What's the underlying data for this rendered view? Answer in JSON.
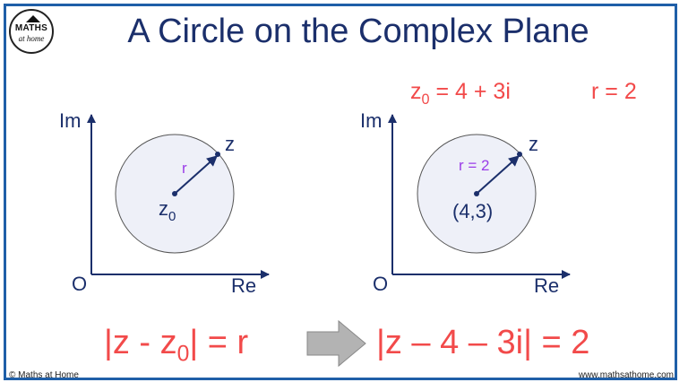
{
  "title": "A Circle on the Complex Plane",
  "logo": {
    "line1": "MATHS",
    "line2": "at home"
  },
  "given": {
    "z0": "z",
    "z0_sub": "0",
    "z0_rest": " = 4 + 3i",
    "r": "r = 2"
  },
  "left_diagram": {
    "axis_y": "Im",
    "axis_x": "Re",
    "origin": "O",
    "point_label": "z",
    "center_label": "z",
    "center_sub": "0",
    "radius_label": "r"
  },
  "right_diagram": {
    "axis_y": "Im",
    "axis_x": "Re",
    "origin": "O",
    "point_label": "z",
    "center_label": "(4,3)",
    "radius_label": "r = 2"
  },
  "equation_left": {
    "a": "|z - z",
    "sub": "0",
    "b": "| = r"
  },
  "equation_right": "|z – 4 – 3i| = 2",
  "footer": {
    "left": "© Maths at Home",
    "right": "www.mathsathome.com"
  },
  "colors": {
    "title": "#1b2f6b",
    "accent_red": "#f24a4a",
    "radius_label": "#9b3de8",
    "circle_fill": "#eef0f8",
    "frame": "#1f5fa8",
    "arrow": "#b3b3b3"
  }
}
